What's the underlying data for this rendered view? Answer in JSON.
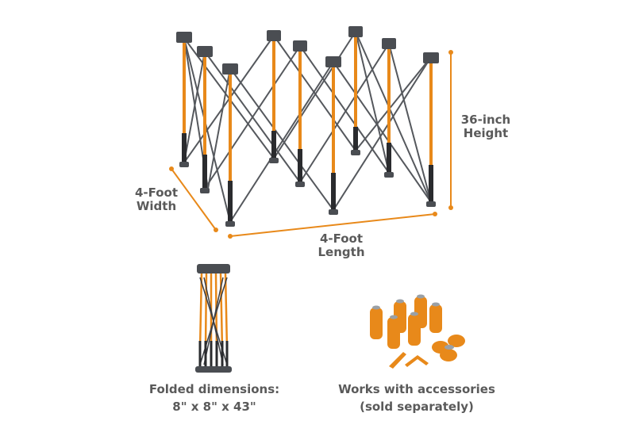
{
  "colors": {
    "orange": "#e8891a",
    "dark": "#4a4d52",
    "text": "#5a5a5a"
  },
  "dimensions": {
    "height": {
      "line1": "36-inch",
      "line2": "Height"
    },
    "width": {
      "line1": "4-Foot",
      "line2": "Width"
    },
    "length": {
      "line1": "4-Foot",
      "line2": "Length"
    }
  },
  "folded": {
    "line1": "Folded dimensions:",
    "line2": "8\" x 8\" x 43\""
  },
  "accessories": {
    "line1": "Works with accessories",
    "line2": "(sold separately)"
  }
}
